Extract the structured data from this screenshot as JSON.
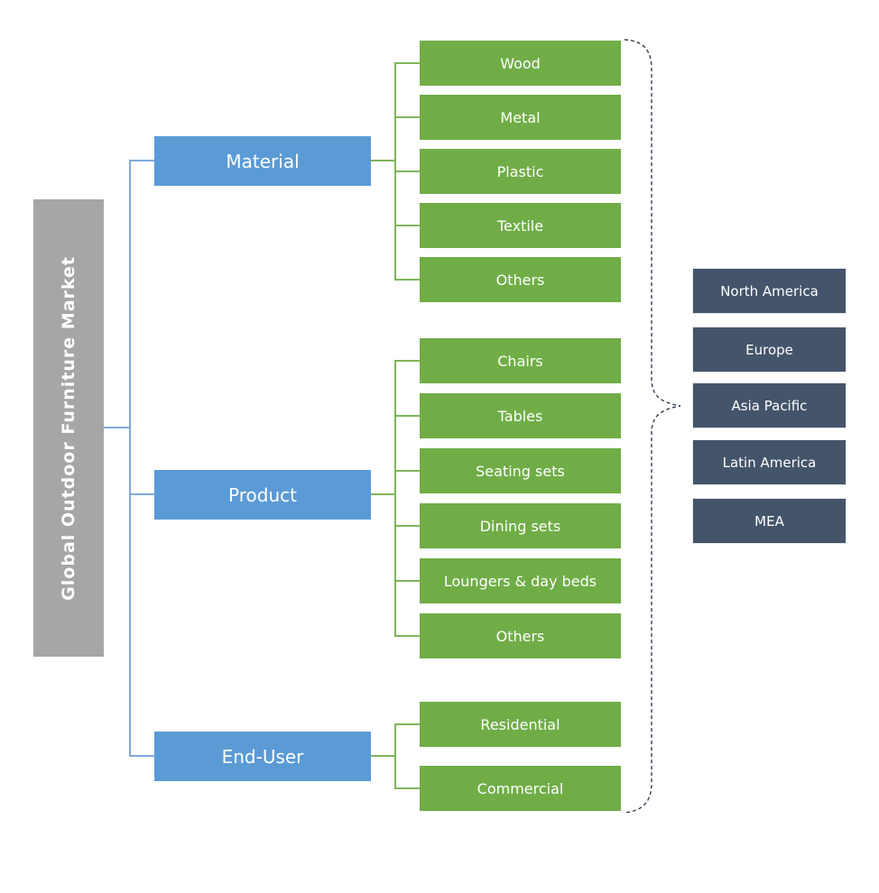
{
  "root": {
    "label": "Global Outdoor Furniture Market"
  },
  "groups": [
    {
      "label": "Material",
      "children": [
        "Wood",
        "Metal",
        "Plastic",
        "Textile",
        "Others"
      ]
    },
    {
      "label": "Product",
      "children": [
        "Chairs",
        "Tables",
        "Seating sets",
        "Dining sets",
        "Loungers & day beds",
        "Others"
      ]
    },
    {
      "label": "End-User",
      "children": [
        "Residential",
        "Commercial"
      ]
    }
  ],
  "regions": {
    "items": [
      "North America",
      "Europe",
      "Asia Pacific",
      "Latin America",
      "MEA"
    ]
  },
  "colors": {
    "root_gray": "#A6A6A6",
    "category_blue": "#5B9BD5",
    "leaf_green": "#70AD47",
    "region_navy": "#44546A",
    "connector_blue": "#7FA9DB",
    "connector_green": "#7FB55B",
    "brace_dark": "#333F4F",
    "text_white": "#FFFFFF"
  }
}
